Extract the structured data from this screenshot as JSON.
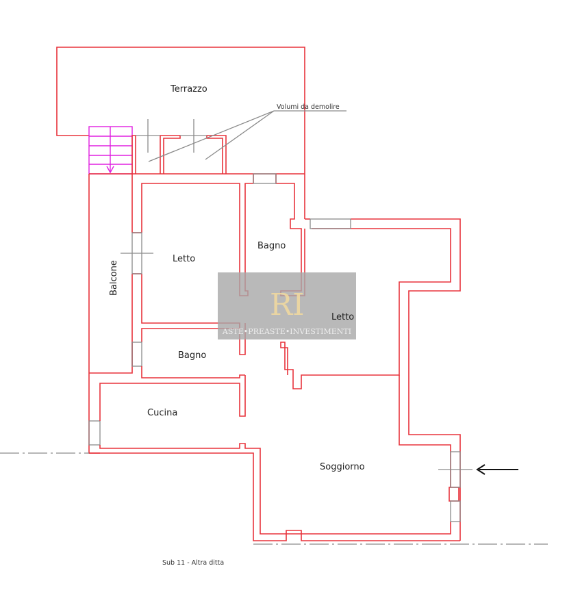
{
  "rooms": {
    "terrazzo": "Terrazzo",
    "balcone": "Balcone",
    "letto_1": "Letto",
    "bagno_1": "Bagno",
    "letto_2": "Letto",
    "bagno_2": "Bagno",
    "cucina": "Cucina",
    "soggiorno": "Soggiorno"
  },
  "annotations": {
    "demolition": "Volumi da demolire",
    "neighbour": "Sub 11 - Altra ditta"
  },
  "watermark": {
    "text": "ASTE•PREASTE•INVESTIMENTI",
    "logo": "RI"
  },
  "colors": {
    "walls": "#e8333c",
    "stairs": "#e020e0",
    "annotation": "#8a8a8a"
  }
}
